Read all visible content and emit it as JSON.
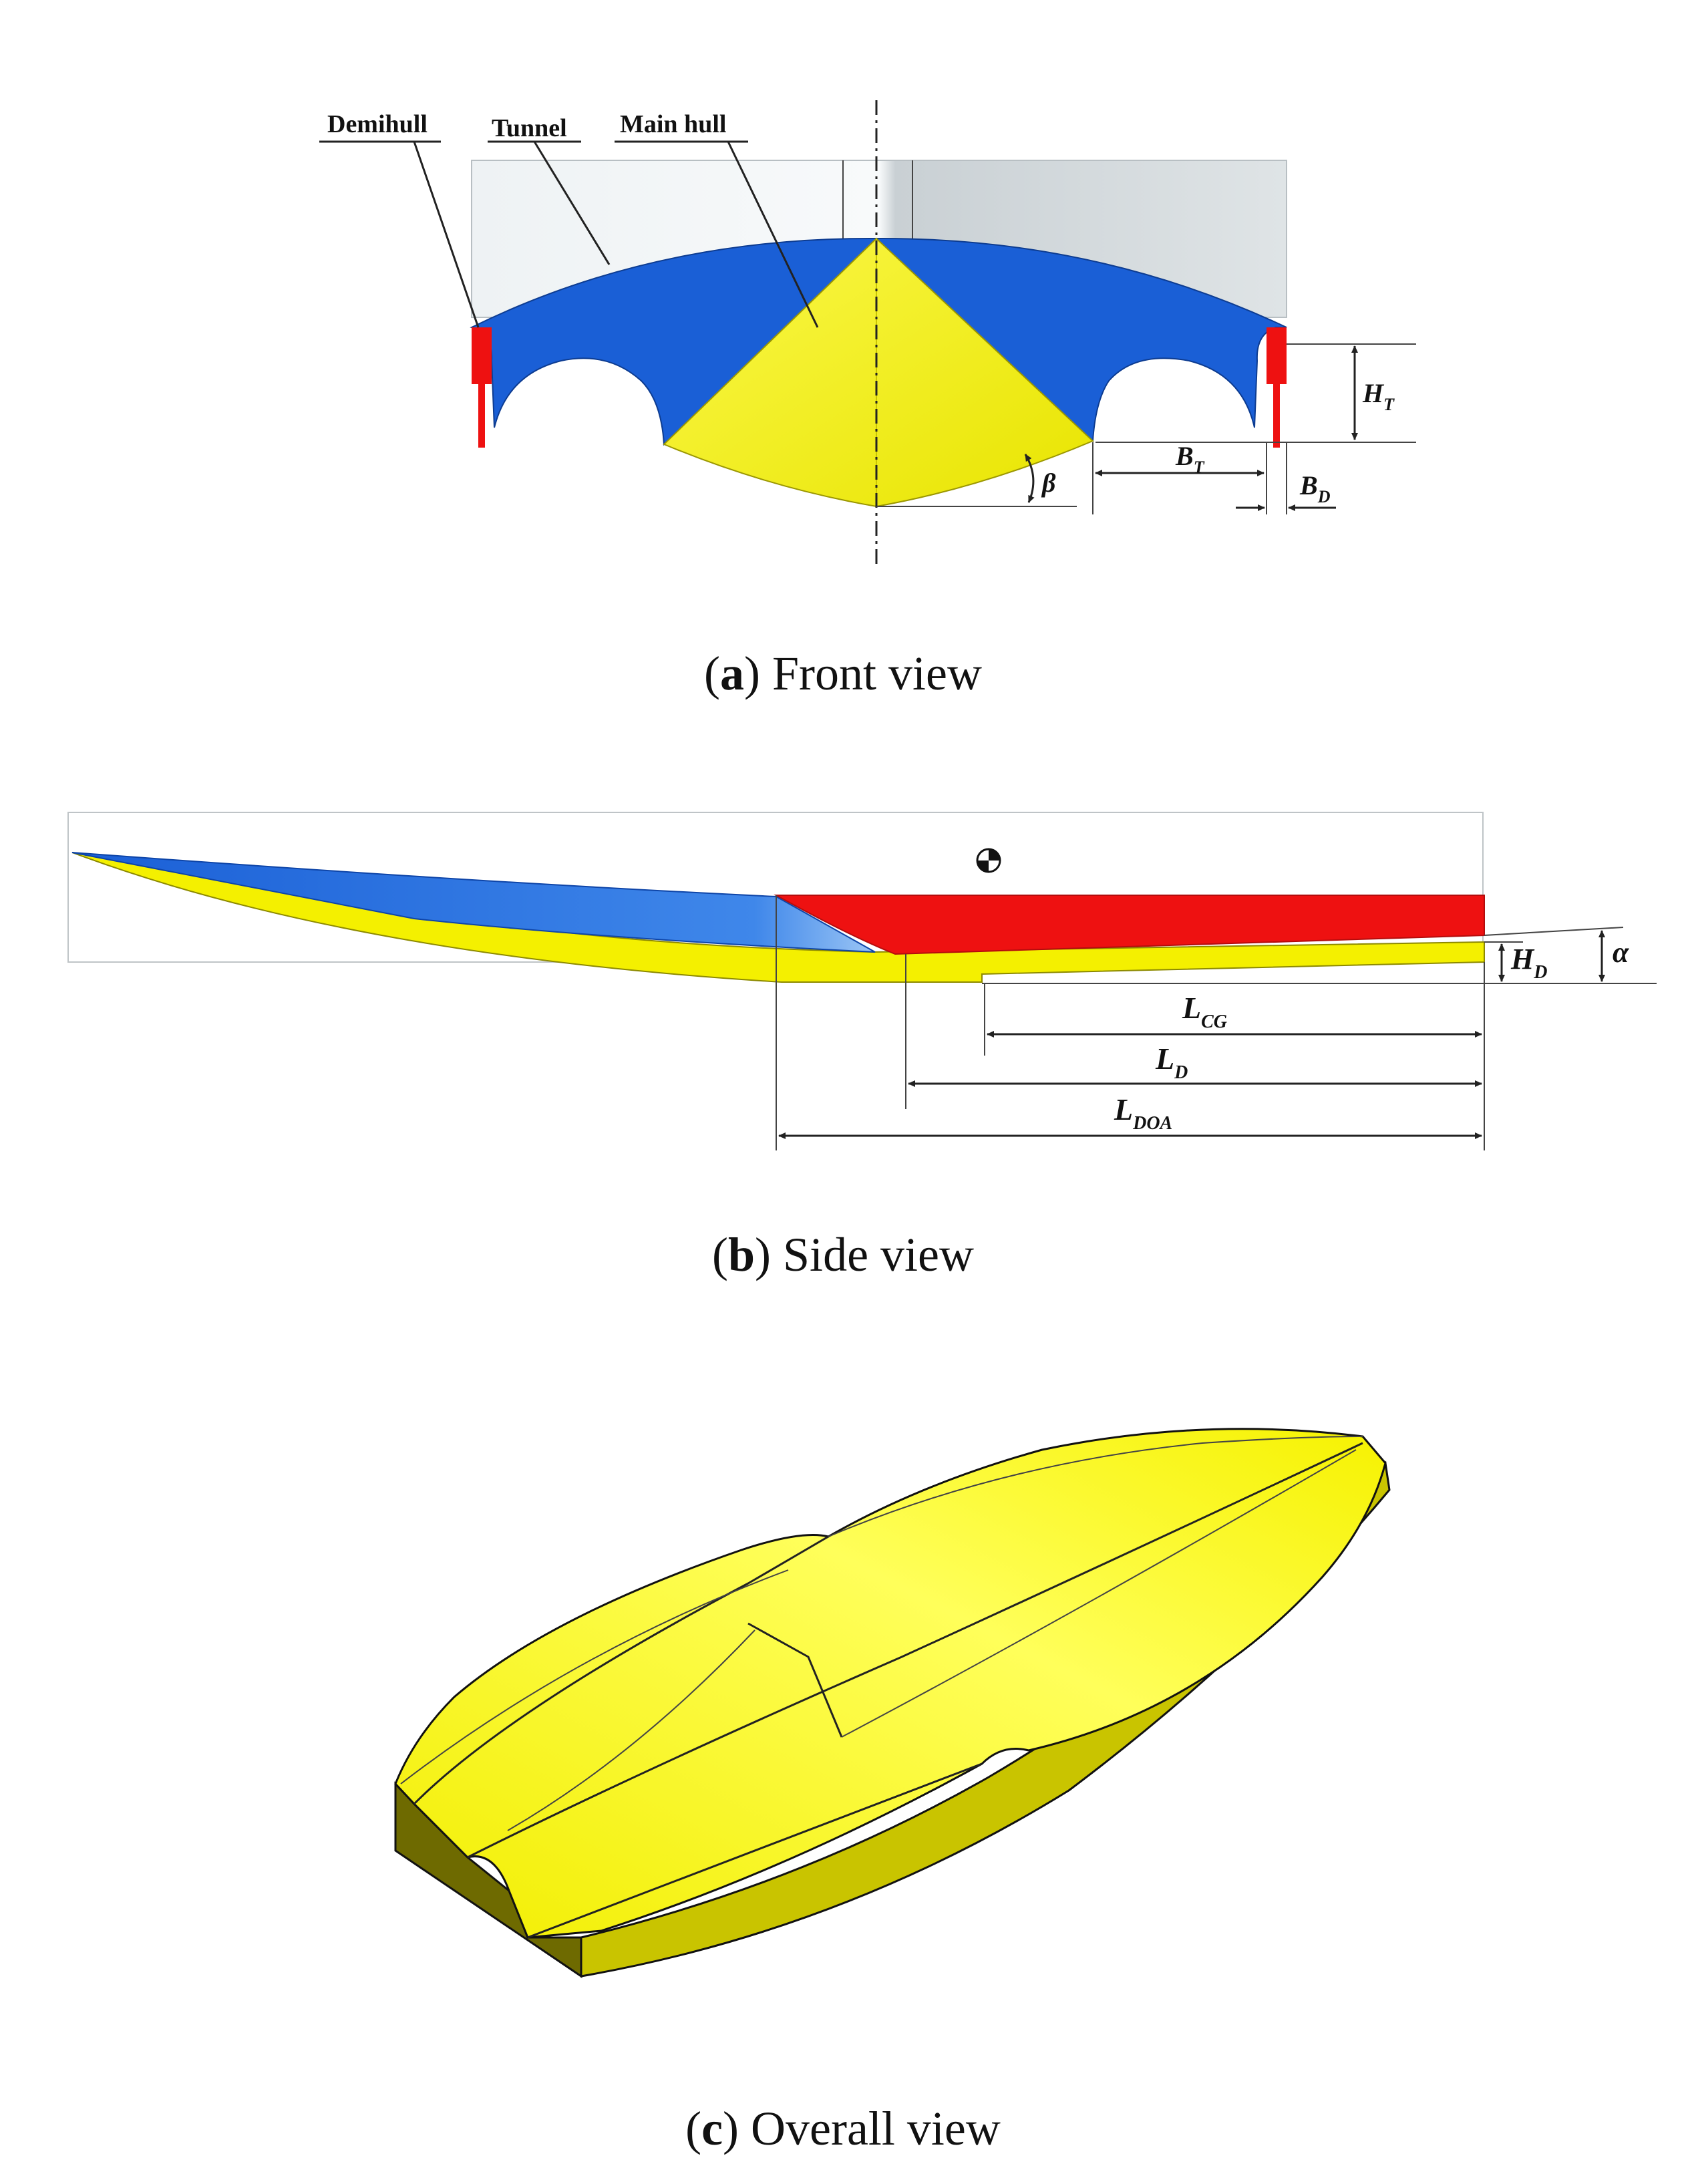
{
  "panel_a": {
    "labels": {
      "demihull": "Demihull",
      "tunnel": "Tunnel",
      "main_hull": "Main hull"
    },
    "dims": {
      "HT_main": "H",
      "HT_sub": "T",
      "BT_main": "B",
      "BT_sub": "T",
      "BD_main": "B",
      "BD_sub": "D",
      "beta": "β"
    },
    "caption": {
      "letter": "a",
      "text": " Front view"
    }
  },
  "panel_b": {
    "dims": {
      "HD_main": "H",
      "HD_sub": "D",
      "alpha": "α",
      "LCG_main": "L",
      "LCG_sub": "CG",
      "LD_main": "L",
      "LD_sub": "D",
      "LDOA_main": "L",
      "LDOA_sub": "DOA"
    },
    "caption": {
      "letter": "b",
      "text": " Side view"
    }
  },
  "panel_c": {
    "caption": {
      "letter": "c",
      "text": " Overall view"
    }
  },
  "colors": {
    "blue": "#1a5fd6",
    "yellow": "#f4f000",
    "red": "#ee1111",
    "grey": "#d4dadd",
    "dark_yellow": "#6e6a00"
  }
}
